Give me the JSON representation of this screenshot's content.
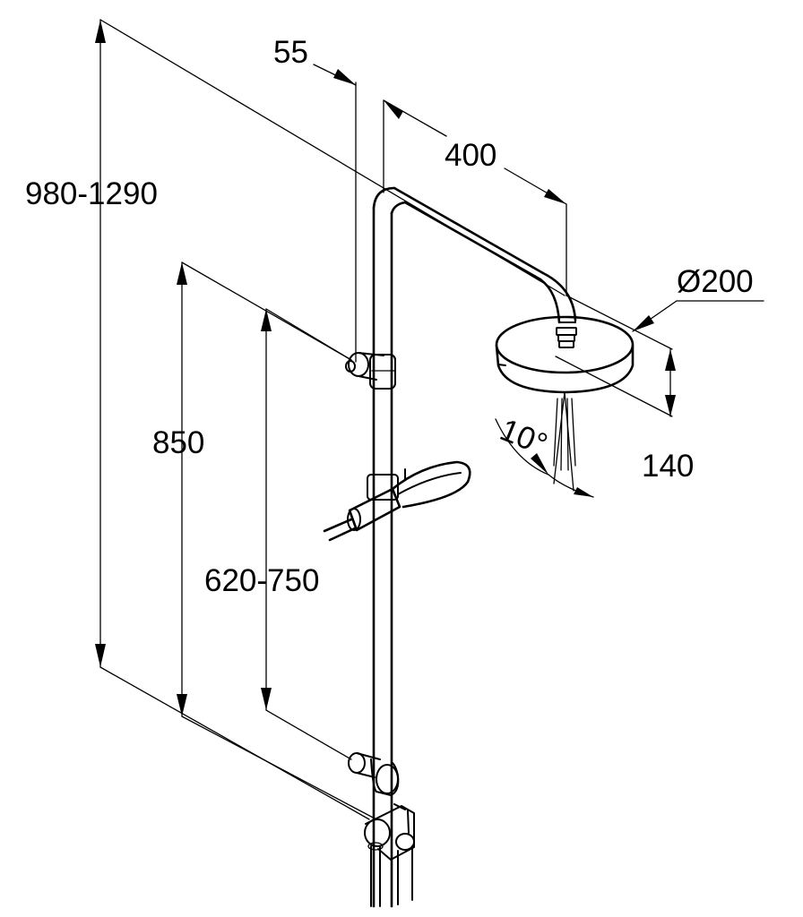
{
  "dimensions": {
    "total_height": "980-1290",
    "offset": "55",
    "arm_length": "400",
    "head_diameter": "Ø200",
    "head_drop": "140",
    "tilt_angle": "10°",
    "bottom_to_upper_holder": "850",
    "slider_range": "620-750"
  }
}
